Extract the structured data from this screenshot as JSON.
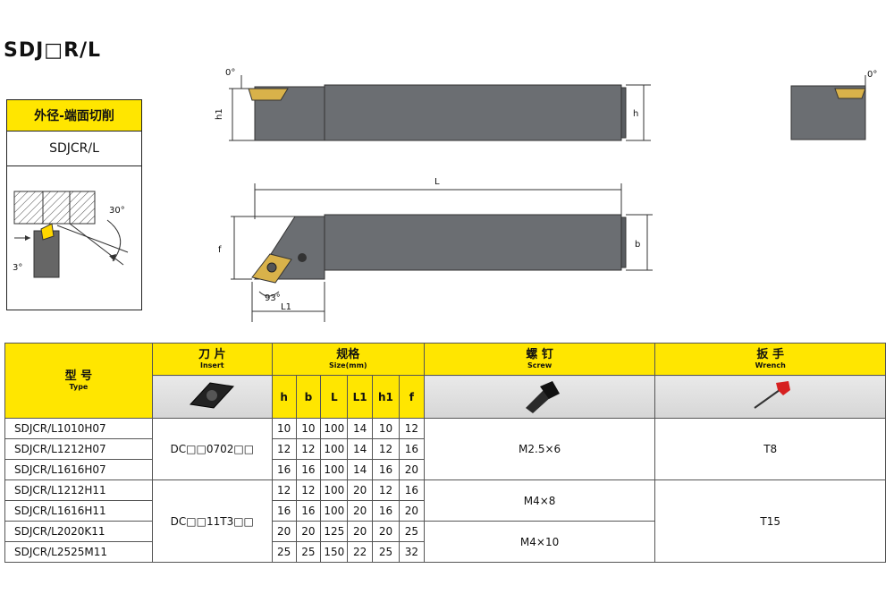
{
  "title": "SDJ□R/L",
  "left_card": {
    "heading": "外径-端面切削",
    "model": "SDJCR/L",
    "angle_top": "30°",
    "angle_bottom": "3°"
  },
  "drawing": {
    "angle_label_left": "0°",
    "angle_label_right": "0°",
    "h1": "h1",
    "h": "h",
    "L": "L",
    "f": "f",
    "b": "b",
    "angle_93": "93°",
    "L1": "L1"
  },
  "table": {
    "type_header": {
      "cn": "型 号",
      "en": "Type"
    },
    "insert_header": {
      "cn": "刀 片",
      "en": "Insert"
    },
    "size_header": {
      "cn": "规格",
      "en": "Size(mm)"
    },
    "screw_header": {
      "cn": "螺 钉",
      "en": "Screw"
    },
    "wrench_header": {
      "cn": "扳 手",
      "en": "Wrench"
    },
    "size_columns": [
      "h",
      "b",
      "L",
      "L1",
      "h1",
      "f"
    ],
    "rows": [
      {
        "type": "SDJCR/L1010H07",
        "values": [
          "10",
          "10",
          "100",
          "14",
          "10",
          "12"
        ]
      },
      {
        "type": "SDJCR/L1212H07",
        "values": [
          "12",
          "12",
          "100",
          "14",
          "12",
          "16"
        ]
      },
      {
        "type": "SDJCR/L1616H07",
        "values": [
          "16",
          "16",
          "100",
          "14",
          "16",
          "20"
        ]
      },
      {
        "type": "SDJCR/L1212H11",
        "values": [
          "12",
          "12",
          "100",
          "20",
          "12",
          "16"
        ]
      },
      {
        "type": "SDJCR/L1616H11",
        "values": [
          "16",
          "16",
          "100",
          "20",
          "16",
          "20"
        ]
      },
      {
        "type": "SDJCR/L2020K11",
        "values": [
          "20",
          "20",
          "125",
          "20",
          "20",
          "25"
        ]
      },
      {
        "type": "SDJCR/L2525M11",
        "values": [
          "25",
          "25",
          "150",
          "22",
          "25",
          "32"
        ]
      }
    ],
    "insert_groups": [
      "DC□□0702□□",
      "DC□□11T3□□"
    ],
    "screw_groups": [
      "M2.5×6",
      "M4×8",
      "M4×10"
    ],
    "wrench_groups": [
      "T8",
      "T15"
    ]
  },
  "colors": {
    "header_yellow": "#ffe600",
    "tool_grey": "#6b6e72",
    "insert_gold": "#d9b24a"
  }
}
